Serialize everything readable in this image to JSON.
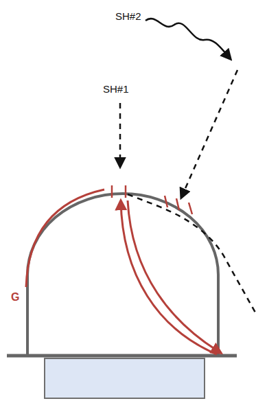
{
  "diagram": {
    "labels": [
      "SH#2",
      "SH#1",
      "G"
    ]
  }
}
